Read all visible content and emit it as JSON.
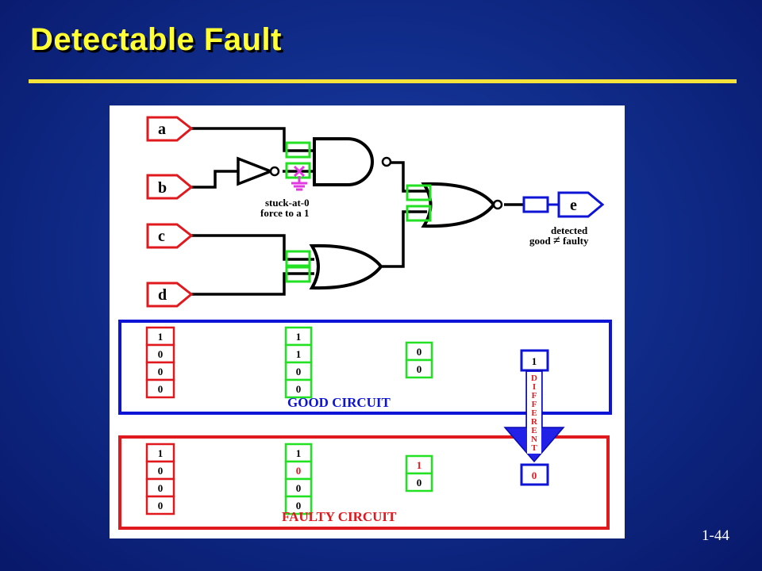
{
  "slide": {
    "title": "Detectable Fault",
    "page_number": "1-44"
  },
  "inputs": [
    {
      "id": "a",
      "label": "a"
    },
    {
      "id": "b",
      "label": "b"
    },
    {
      "id": "c",
      "label": "c"
    },
    {
      "id": "d",
      "label": "d"
    }
  ],
  "output": {
    "label": "e"
  },
  "fault": {
    "line1": "stuck-at-0",
    "line2": "force to a 1"
  },
  "detected": {
    "line1": "detected",
    "line2_left": "good",
    "line2_symbol": "≠",
    "line2_right": "faulty"
  },
  "good_circuit": {
    "label": "GOOD CIRCUIT",
    "inputs": [
      "1",
      "0",
      "0",
      "0"
    ],
    "gate_inputs": [
      "1",
      "1",
      "0",
      "0"
    ],
    "or_inputs": [
      "0",
      "0"
    ],
    "output": "1"
  },
  "faulty_circuit": {
    "label": "FAULTY CIRCUIT",
    "inputs": [
      "1",
      "0",
      "0",
      "0"
    ],
    "gate_inputs": [
      "1",
      "0",
      "0",
      "0"
    ],
    "or_inputs": [
      "1",
      "0"
    ],
    "output": "0"
  },
  "arrow_word": [
    "D",
    "I",
    "F",
    "F",
    "E",
    "R",
    "E",
    "N",
    "T"
  ],
  "colors": {
    "red": "#e0191e",
    "blue": "#0d14d6",
    "green": "#22e022",
    "magenta": "#e23ae0",
    "arrow_blue": "#2121e8",
    "slide_title": "#ffff33"
  }
}
